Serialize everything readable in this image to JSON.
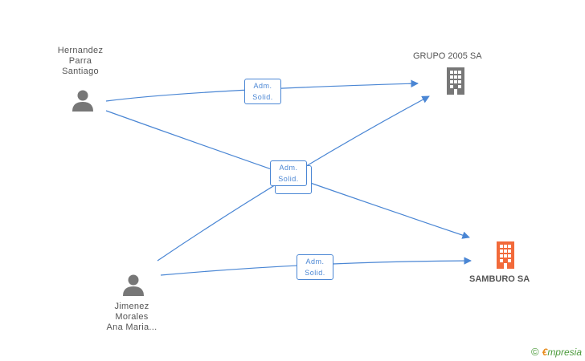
{
  "nodes": {
    "person_hernandez": {
      "lines": [
        "Hernandez",
        "Parra",
        "Santiago"
      ],
      "icon": "person-icon",
      "color": "#777777"
    },
    "person_jimenez": {
      "lines": [
        "Jimenez",
        "Morales",
        "Ana Maria..."
      ],
      "icon": "person-icon",
      "color": "#777777"
    },
    "company_grupo": {
      "label": "GRUPO 2005 SA",
      "icon": "building-icon",
      "color": "#777777"
    },
    "company_samburo": {
      "label": "SAMBURO SA",
      "icon": "building-icon",
      "color": "#f26a3a"
    }
  },
  "edge_labels": {
    "hernandez_grupo": [
      "Adm.",
      "Solid."
    ],
    "center": [
      "Adm.",
      "Solid."
    ],
    "jimenez_samburo": [
      "Adm.",
      "Solid."
    ]
  },
  "colors": {
    "edge": "#4a86d4",
    "text": "#555555"
  },
  "watermark": {
    "copyright": "©",
    "brand_first": "€",
    "brand_rest": "mpresia"
  }
}
